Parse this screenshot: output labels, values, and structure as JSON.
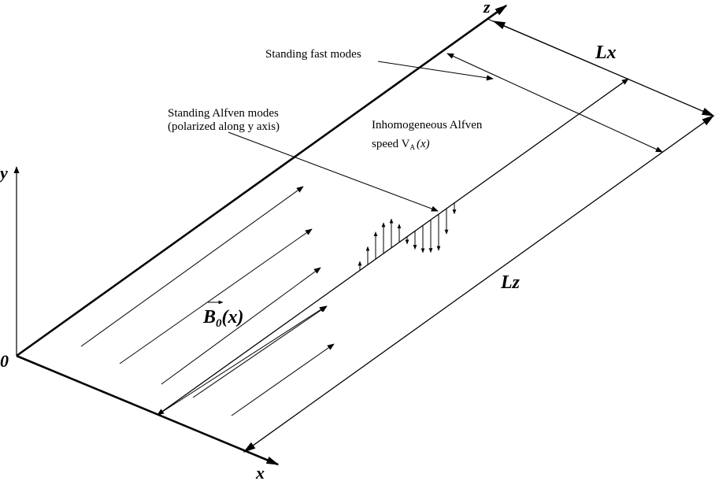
{
  "labels": {
    "axis_z": "z",
    "axis_y": "y",
    "axis_x": "x",
    "origin": "0",
    "dim_lx": "Lx",
    "dim_lz": "Lz",
    "standing_fast_modes": "Standing fast modes",
    "standing_alfven_line1": "Standing Alfven modes",
    "standing_alfven_line2": "(polarized along y axis)",
    "inhomog_line1": "Inhomogeneous Alfven",
    "inhomog_line2_prefix": "speed V",
    "inhomog_subscript": "A",
    "inhomog_arg": "(x)",
    "bfield_symbol": "B",
    "bfield_subscript": "0",
    "bfield_arg": "(x)"
  },
  "alfven_wave_amplitudes": [
    0.25,
    0.5,
    0.75,
    0.85,
    0.8,
    0.5,
    -0.2,
    -0.5,
    -0.75,
    -0.9,
    -1.0,
    -0.7,
    -0.3
  ],
  "field_line_count": 7,
  "colors": {
    "stroke": "#000000",
    "background": "#ffffff"
  }
}
